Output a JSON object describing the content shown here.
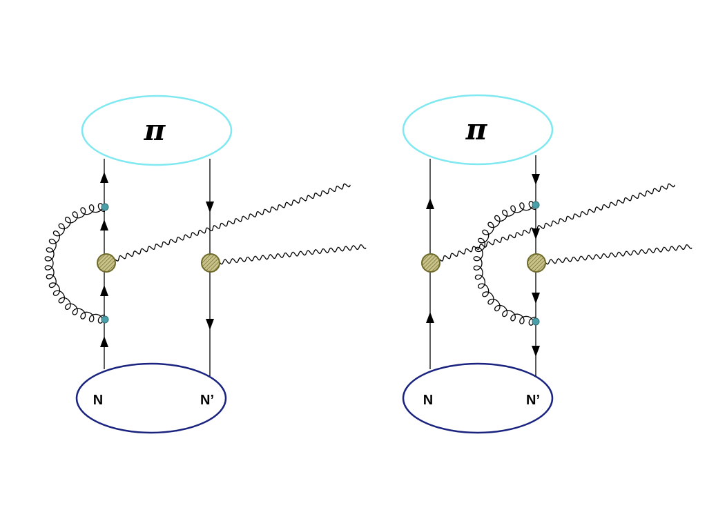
{
  "diagrams": [
    {
      "top_label": "π",
      "bottom_left_label": "N",
      "bottom_right_label": "N’"
    },
    {
      "top_label": "π",
      "bottom_left_label": "N",
      "bottom_right_label": "N’"
    }
  ],
  "colors": {
    "pion_blob": "#7fe8f0",
    "nucleon_blob": "#1a237e",
    "vertex_fill": "#b8b070",
    "vertex_stroke": "#6e6a2a",
    "gluon_vertex": "#4a9fa8",
    "line": "#000000"
  }
}
